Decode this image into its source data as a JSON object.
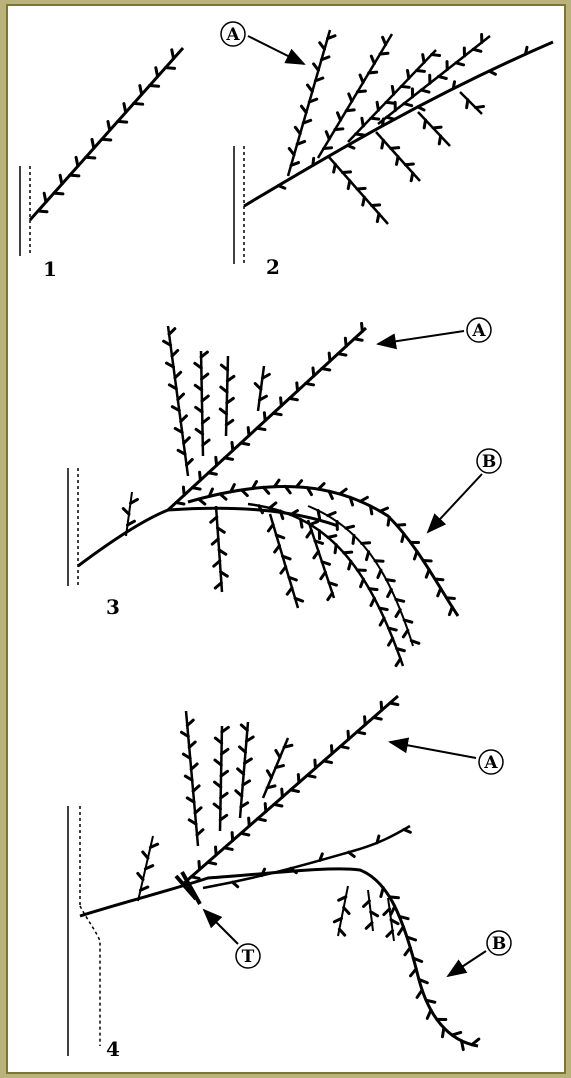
{
  "figures": [
    {
      "id": "1",
      "number": "1"
    },
    {
      "id": "2",
      "number": "2",
      "callouts": [
        "A"
      ]
    },
    {
      "id": "3",
      "number": "3",
      "callouts": [
        "A",
        "B"
      ]
    },
    {
      "id": "4",
      "number": "4",
      "callouts": [
        "A",
        "B",
        "T"
      ]
    }
  ],
  "colors": {
    "ink": "#000000",
    "paper": "#ffffff",
    "border": "#7e7630",
    "background": "#b9b27a"
  }
}
